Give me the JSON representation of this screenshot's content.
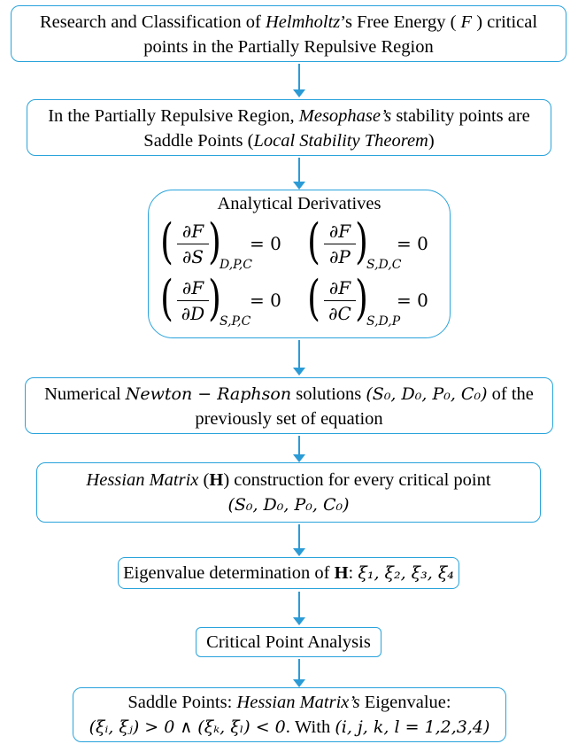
{
  "flowchart": {
    "step1": {
      "line1_a": "Research and Classification of ",
      "line1_b": "Helmholtz",
      "line1_c": "’s Free Energy ( ",
      "line1_d": "F",
      "line1_e": " ) critical",
      "line2": "points in the Partially Repulsive Region"
    },
    "step2": {
      "line1_a": "In the Partially Repulsive Region, ",
      "line1_b": "Mesophase’s",
      "line1_c": " stability points are",
      "line2_a": "Saddle Points (",
      "line2_b": "Local Stability Theorem",
      "line2_c": ")"
    },
    "step3": {
      "title": "Analytical Derivatives",
      "derivatives": [
        {
          "num": "∂F",
          "den": "∂S",
          "sub": "D,P,C",
          "eq": "= 0"
        },
        {
          "num": "∂F",
          "den": "∂P",
          "sub": "S,D,C",
          "eq": "= 0"
        },
        {
          "num": "∂F",
          "den": "∂D",
          "sub": "S,P,C",
          "eq": "= 0"
        },
        {
          "num": "∂F",
          "den": "∂C",
          "sub": "S,D,P",
          "eq": "= 0"
        }
      ]
    },
    "step4": {
      "line1_a": "Numerical ",
      "line1_b": "Newton − Raphson",
      "line1_c": " solutions ",
      "line1_d": "(S₀, D₀, P₀, C₀)",
      "line1_e": " of the",
      "line2": "previously set of equation"
    },
    "step5": {
      "line1_a": "Hessian Matrix",
      "line1_b": " (",
      "line1_c": "H",
      "line1_d": ") construction for every critical point",
      "line2": "(S₀, D₀, P₀, C₀)"
    },
    "step6": {
      "text_a": "Eigenvalue determination of ",
      "text_b": "H",
      "text_c": ": ",
      "text_d": "ξ₁, ξ₂, ξ₃, ξ₄"
    },
    "step7": {
      "text": "Critical Point Analysis"
    },
    "step8": {
      "line1_a": "Saddle Points: ",
      "line1_b": "Hessian Matrix’s",
      "line1_c": " Eigenvalue:",
      "line2_a": "(ξᵢ, ξⱼ) > 0  ∧ (ξₖ, ξₗ) < 0",
      "line2_b": ". With ",
      "line2_c": "(i, j, k, l = 1,2,3,4)"
    }
  },
  "colors": {
    "border": "#29a3dc",
    "arrow": "#2b9bd6"
  }
}
